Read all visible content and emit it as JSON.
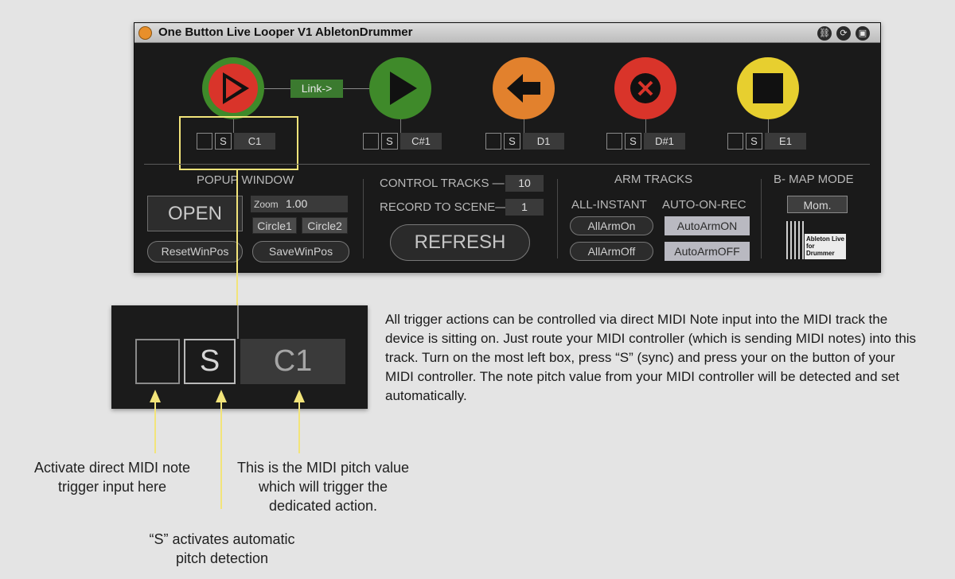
{
  "window": {
    "title": "One Button Live Looper V1 AbletonDrummer",
    "icons": [
      "chain-icon",
      "refresh-icon",
      "save-icon"
    ]
  },
  "triggers": [
    {
      "pitch": "C1",
      "s": "S",
      "color": "#d9342a",
      "ring": "#3f8a2a",
      "icon": "record-play-icon"
    },
    {
      "pitch": "C#1",
      "s": "S",
      "color": "#3f8a2a",
      "icon": "play-icon"
    },
    {
      "pitch": "D1",
      "s": "S",
      "color": "#e2812d",
      "icon": "undo-arrow-icon"
    },
    {
      "pitch": "D#1",
      "s": "S",
      "color": "#d9342a",
      "icon": "clear-x-icon"
    },
    {
      "pitch": "E1",
      "s": "S",
      "color": "#e7cf2f",
      "icon": "stop-icon"
    }
  ],
  "link_label": "Link->",
  "popup": {
    "title": "POPUP WINDOW",
    "open": "OPEN",
    "zoom_label": "Zoom",
    "zoom_value": "1.00",
    "circle1": "Circle1",
    "circle2": "Circle2",
    "reset": "ResetWinPos",
    "save": "SaveWinPos"
  },
  "control": {
    "control_tracks_label": "CONTROL TRACKS —",
    "control_tracks_value": "10",
    "record_scene_label": "RECORD TO SCENE—",
    "record_scene_value": "1",
    "refresh": "REFRESH"
  },
  "arm": {
    "title": "ARM TRACKS",
    "instant_title": "ALL-INSTANT",
    "auto_title": "AUTO-ON-REC",
    "all_arm_on": "AllArmOn",
    "all_arm_off": "AllArmOff",
    "auto_arm_on": "AutoArmON",
    "auto_arm_off": "AutoArmOFF"
  },
  "bmap": {
    "title": "B- MAP MODE",
    "mode": "Mom.",
    "logo_text": "Ableton Live for Drummer"
  },
  "zoom_detail": {
    "s": "S",
    "pitch": "C1"
  },
  "description": "All trigger actions can be controlled via direct MIDI Note input into the MIDI track the device is sitting on. Just route your MIDI controller (which is sending MIDI notes) into this track. Turn on the most left box, press “S” (sync) and press your on the button of your MIDI controller. The note pitch value from your MIDI controller will be detected and set automatically.",
  "captions": {
    "activate": "Activate direct MIDI note trigger input here",
    "sync": "“S” activates automatic pitch detection",
    "pitch": "This is the MIDI pitch value which will trigger the dedicated action."
  },
  "colors": {
    "highlight": "#f2e47a",
    "link_green": "#3b7a2f"
  }
}
